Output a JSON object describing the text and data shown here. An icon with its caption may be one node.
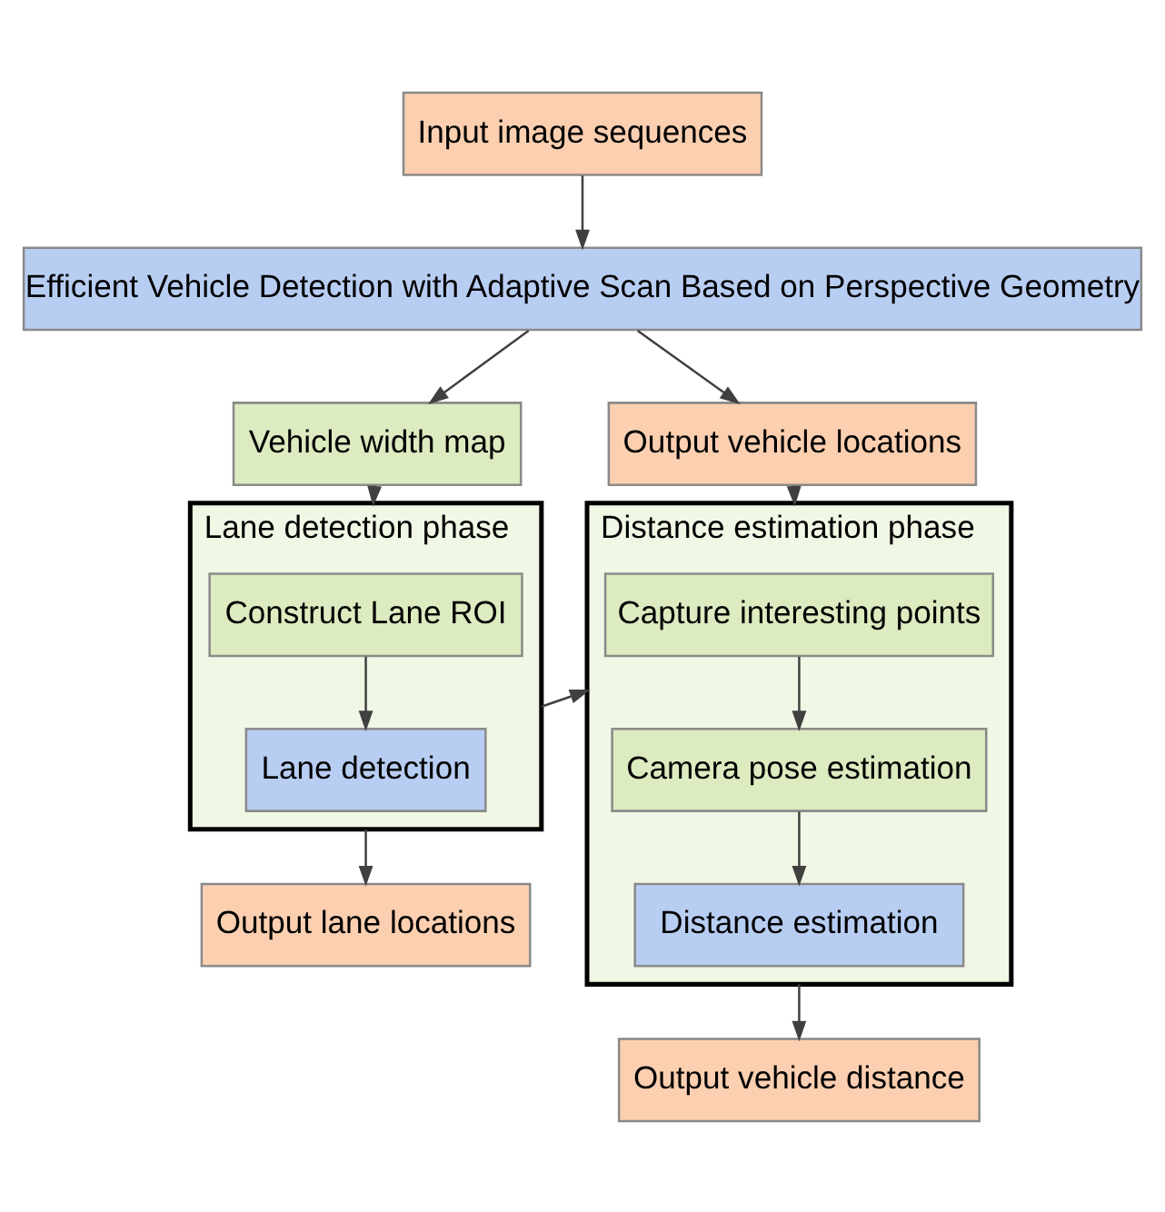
{
  "diagram": {
    "nodes": [
      {
        "text": [
          "Input image sequences"
        ]
      },
      {
        "text": [
          "Efficient Vehicle Detection with Adaptive Scan Based on Perspective Geometry"
        ]
      },
      {
        "text": [
          "Vehicle width map"
        ]
      },
      {
        "text": [
          "Output vehicle locations"
        ]
      },
      {
        "text": [
          "Lane detection phase"
        ]
      },
      {
        "text": [
          "Construct Lane ROI"
        ],
        "in": 4
      },
      {
        "text": [
          "Lane detection"
        ],
        "in": 4
      },
      {
        "text": [
          "Distance estimation phase"
        ]
      },
      {
        "text": [
          "Capture interesting points"
        ],
        "in": 7
      },
      {
        "text": [
          "Camera pose estimation"
        ],
        "in": 7
      },
      {
        "text": [
          "Distance estimation"
        ],
        "in": 7
      },
      {
        "text": [
          "Output lane locations"
        ]
      },
      {
        "text": [
          "Output vehicle distance"
        ]
      }
    ],
    "edges": [
      {
        "from": 0,
        "to": 1,
        "arrow": "to"
      },
      {
        "from": 1,
        "to": 2,
        "arrow": "to"
      },
      {
        "from": 1,
        "to": 3,
        "arrow": "to"
      },
      {
        "from": 2,
        "to": 4,
        "arrow": "to"
      },
      {
        "from": 3,
        "to": 7,
        "arrow": "to"
      },
      {
        "from": 5,
        "to": 6,
        "arrow": "to"
      },
      {
        "from": 4,
        "to": 7,
        "arrow": "to"
      },
      {
        "from": 8,
        "to": 9,
        "arrow": "to"
      },
      {
        "from": 9,
        "to": 10,
        "arrow": "to"
      },
      {
        "from": 4,
        "to": 11,
        "arrow": "to"
      },
      {
        "from": 7,
        "to": 12,
        "arrow": "to"
      }
    ]
  }
}
